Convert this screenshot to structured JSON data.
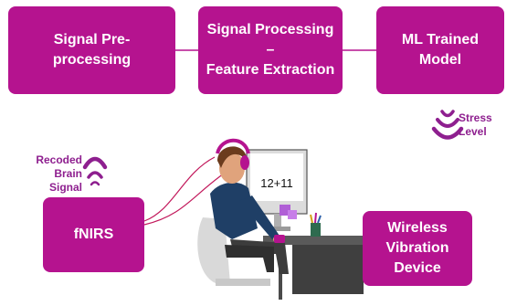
{
  "boxes": {
    "preprocessing": "Signal Pre-processing",
    "processing": "Signal Processing –\nFeature Extraction",
    "ml_model": "ML Trained Model",
    "fnirs": "fNIRS",
    "vibration": "Wireless\nVibration Device"
  },
  "labels": {
    "stress_level": "Stress Level",
    "recoded_signal": "Recoded Brain\nSignal",
    "screen_text": "12+11"
  },
  "colors": {
    "box": "#b5138f",
    "label": "#8e1f8f",
    "connector": "#b5138f"
  }
}
